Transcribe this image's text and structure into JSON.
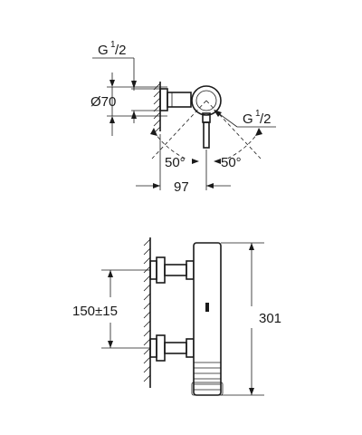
{
  "top_view": {
    "thread_label_left": "G",
    "thread_fraction_num_left": "1",
    "thread_fraction_den_left": "/2",
    "diameter_label": "Ø70",
    "thread_label_right": "G",
    "thread_fraction_num_right": "1",
    "thread_fraction_den_right": "/2",
    "angle_left": "50°",
    "angle_right": "50°",
    "width_label": "97"
  },
  "front_view": {
    "spacing_label": "150±15",
    "height_label": "301"
  }
}
